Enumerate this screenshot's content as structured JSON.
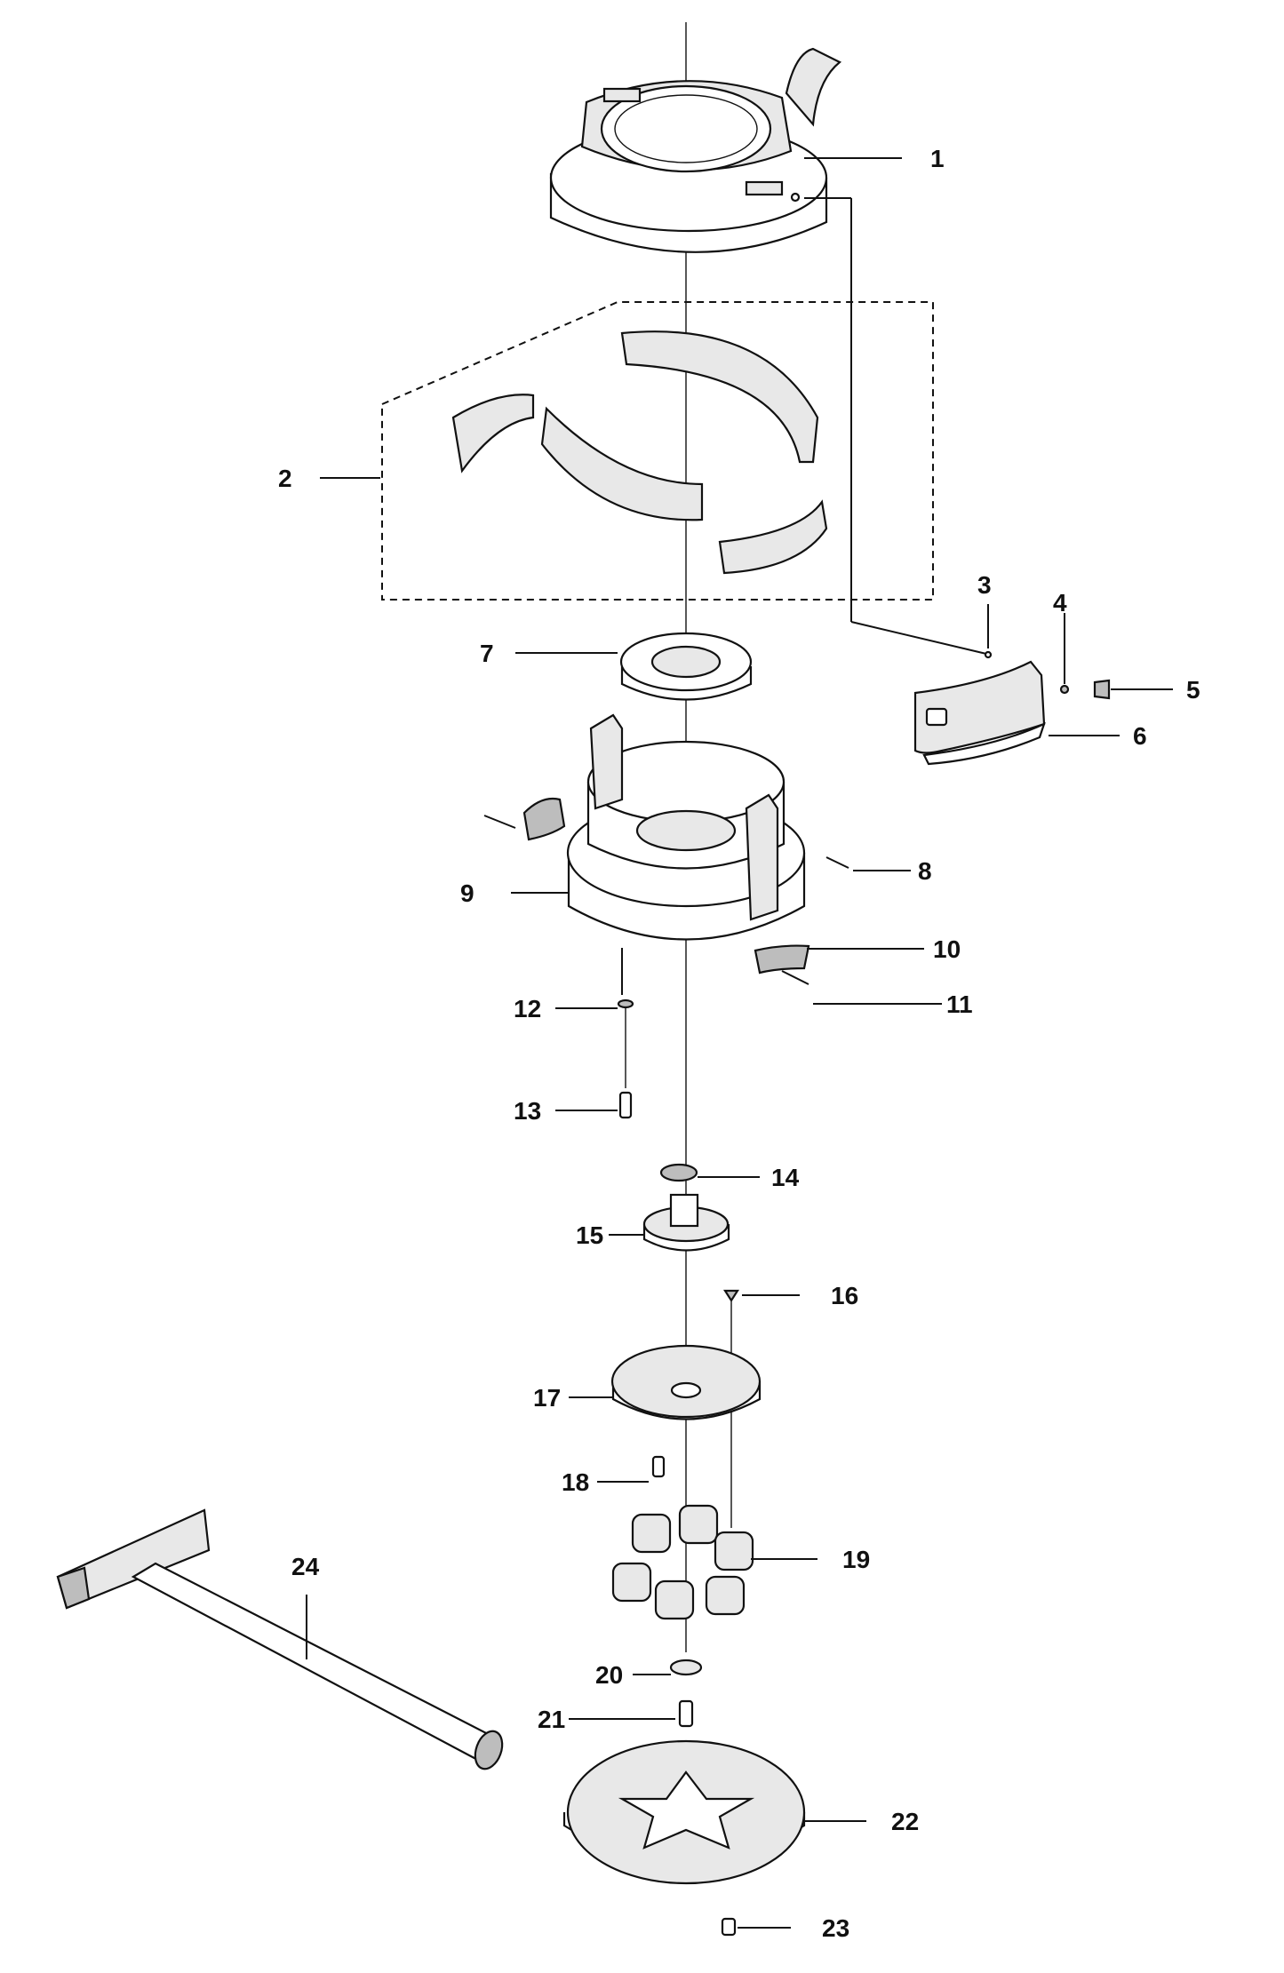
{
  "callouts": [
    "1",
    "2",
    "3",
    "4",
    "5",
    "6",
    "7",
    "8",
    "9",
    "10",
    "11",
    "12",
    "13",
    "14",
    "15",
    "16",
    "17",
    "18",
    "19",
    "20",
    "21",
    "22",
    "23",
    "24"
  ],
  "colors": {
    "line": "#111111",
    "fill_light": "#e8e8e8",
    "fill_mid": "#bdbdbd",
    "background": "#ffffff"
  }
}
